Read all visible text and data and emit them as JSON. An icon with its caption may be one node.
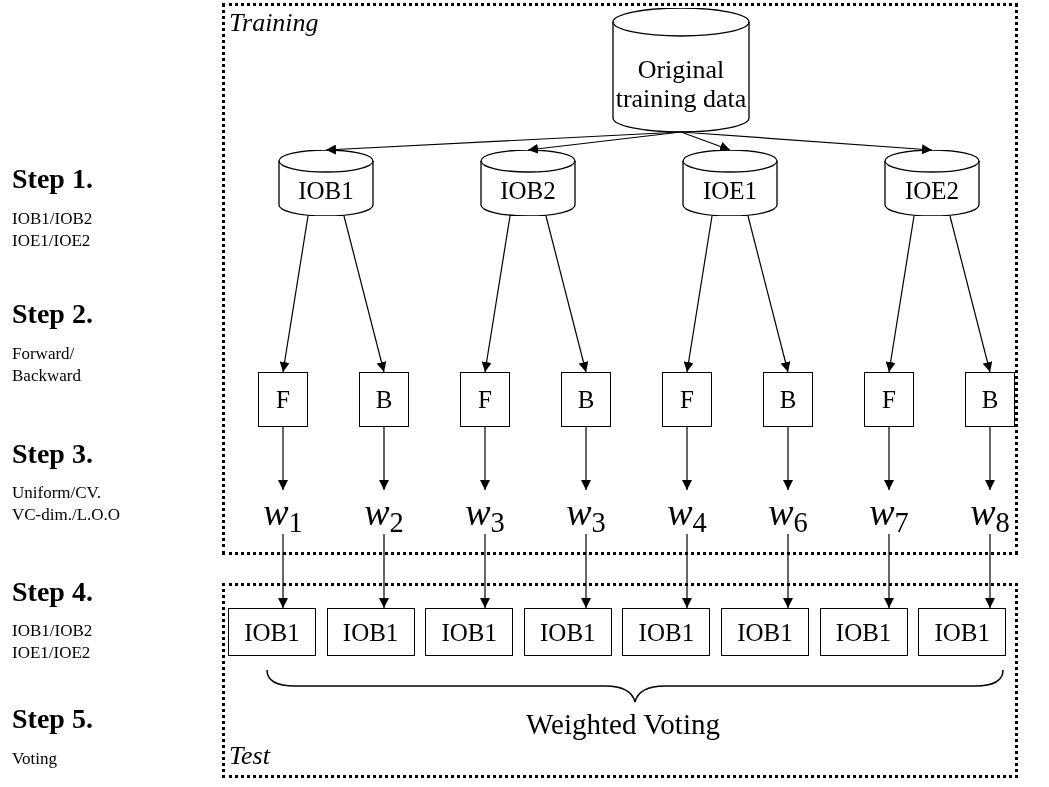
{
  "diagram": {
    "nodes": [
      {
        "text": [
          "Training"
        ]
      },
      {
        "text": [
          "Original training data"
        ],
        "in": 0
      },
      {
        "text": [
          "IOB1"
        ],
        "in": 0
      },
      {
        "text": [
          "IOB2"
        ],
        "in": 0
      },
      {
        "text": [
          "IOE1"
        ],
        "in": 0
      },
      {
        "text": [
          "IOE2"
        ],
        "in": 0
      },
      {
        "text": [
          "F"
        ],
        "in": 0
      },
      {
        "text": [
          "B"
        ],
        "in": 0
      },
      {
        "text": [
          "F"
        ],
        "in": 0
      },
      {
        "text": [
          "B"
        ],
        "in": 0
      },
      {
        "text": [
          "F"
        ],
        "in": 0
      },
      {
        "text": [
          "B"
        ],
        "in": 0
      },
      {
        "text": [
          "F"
        ],
        "in": 0
      },
      {
        "text": [
          "B"
        ],
        "in": 0
      },
      {
        "text": [
          "*w*$_{1}$"
        ],
        "in": 0
      },
      {
        "text": [
          "*w*$_{2}$"
        ],
        "in": 0
      },
      {
        "text": [
          "*w*$_{3}$"
        ],
        "in": 0
      },
      {
        "text": [
          "*w*$_{3}$"
        ],
        "in": 0
      },
      {
        "text": [
          "*w*$_{4}$"
        ],
        "in": 0
      },
      {
        "text": [
          "*w*$_{6}$"
        ],
        "in": 0
      },
      {
        "text": [
          "*w*$_{7}$"
        ],
        "in": 0
      },
      {
        "text": [
          "*w*$_{8}$"
        ],
        "in": 0
      },
      {
        "text": [
          "Test",
          "Weighted Voting"
        ]
      },
      {
        "text": [
          "IOB1"
        ],
        "in": 22
      },
      {
        "text": [
          "IOB1"
        ],
        "in": 22
      },
      {
        "text": [
          "IOB1"
        ],
        "in": 22
      },
      {
        "text": [
          "IOB1"
        ],
        "in": 22
      },
      {
        "text": [
          "IOB1"
        ],
        "in": 22
      },
      {
        "text": [
          "IOB1"
        ],
        "in": 22
      },
      {
        "text": [
          "IOB1"
        ],
        "in": 22
      },
      {
        "text": [
          "IOB1"
        ],
        "in": 22
      }
    ],
    "edges": [
      {
        "from": 1,
        "to": 2,
        "arrow": "to"
      },
      {
        "from": 1,
        "to": 3,
        "arrow": "to"
      },
      {
        "from": 1,
        "to": 4,
        "arrow": "to"
      },
      {
        "from": 1,
        "to": 5,
        "arrow": "to"
      },
      {
        "from": 2,
        "to": 6,
        "arrow": "to"
      },
      {
        "from": 2,
        "to": 7,
        "arrow": "to"
      },
      {
        "from": 3,
        "to": 8,
        "arrow": "to"
      },
      {
        "from": 3,
        "to": 9,
        "arrow": "to"
      },
      {
        "from": 4,
        "to": 10,
        "arrow": "to"
      },
      {
        "from": 4,
        "to": 11,
        "arrow": "to"
      },
      {
        "from": 5,
        "to": 12,
        "arrow": "to"
      },
      {
        "from": 5,
        "to": 13,
        "arrow": "to"
      },
      {
        "from": 6,
        "to": 14,
        "arrow": "to"
      },
      {
        "from": 7,
        "to": 15,
        "arrow": "to"
      },
      {
        "from": 8,
        "to": 16,
        "arrow": "to"
      },
      {
        "from": 9,
        "to": 17,
        "arrow": "to"
      },
      {
        "from": 10,
        "to": 18,
        "arrow": "to"
      },
      {
        "from": 11,
        "to": 19,
        "arrow": "to"
      },
      {
        "from": 12,
        "to": 20,
        "arrow": "to"
      },
      {
        "from": 13,
        "to": 21,
        "arrow": "to"
      },
      {
        "from": 14,
        "to": 23,
        "arrow": "to"
      },
      {
        "from": 15,
        "to": 24,
        "arrow": "to"
      },
      {
        "from": 16,
        "to": 25,
        "arrow": "to"
      },
      {
        "from": 17,
        "to": 26,
        "arrow": "to"
      },
      {
        "from": 18,
        "to": 27,
        "arrow": "to"
      },
      {
        "from": 19,
        "to": 28,
        "arrow": "to"
      },
      {
        "from": 20,
        "to": 29,
        "arrow": "to"
      },
      {
        "from": 21,
        "to": 30,
        "arrow": "to"
      }
    ],
    "labels": [
      "Step 1.",
      "IOB1/IOB2 IOE1/IOE2",
      "Step 2.",
      "Forward/ Backward",
      "Step 3.",
      "Uniform/CV. VC-dim./L.O.O",
      "Step 4.",
      "IOB1/IOB2 IOE1/IOE2",
      "Step 5.",
      "Voting"
    ]
  }
}
